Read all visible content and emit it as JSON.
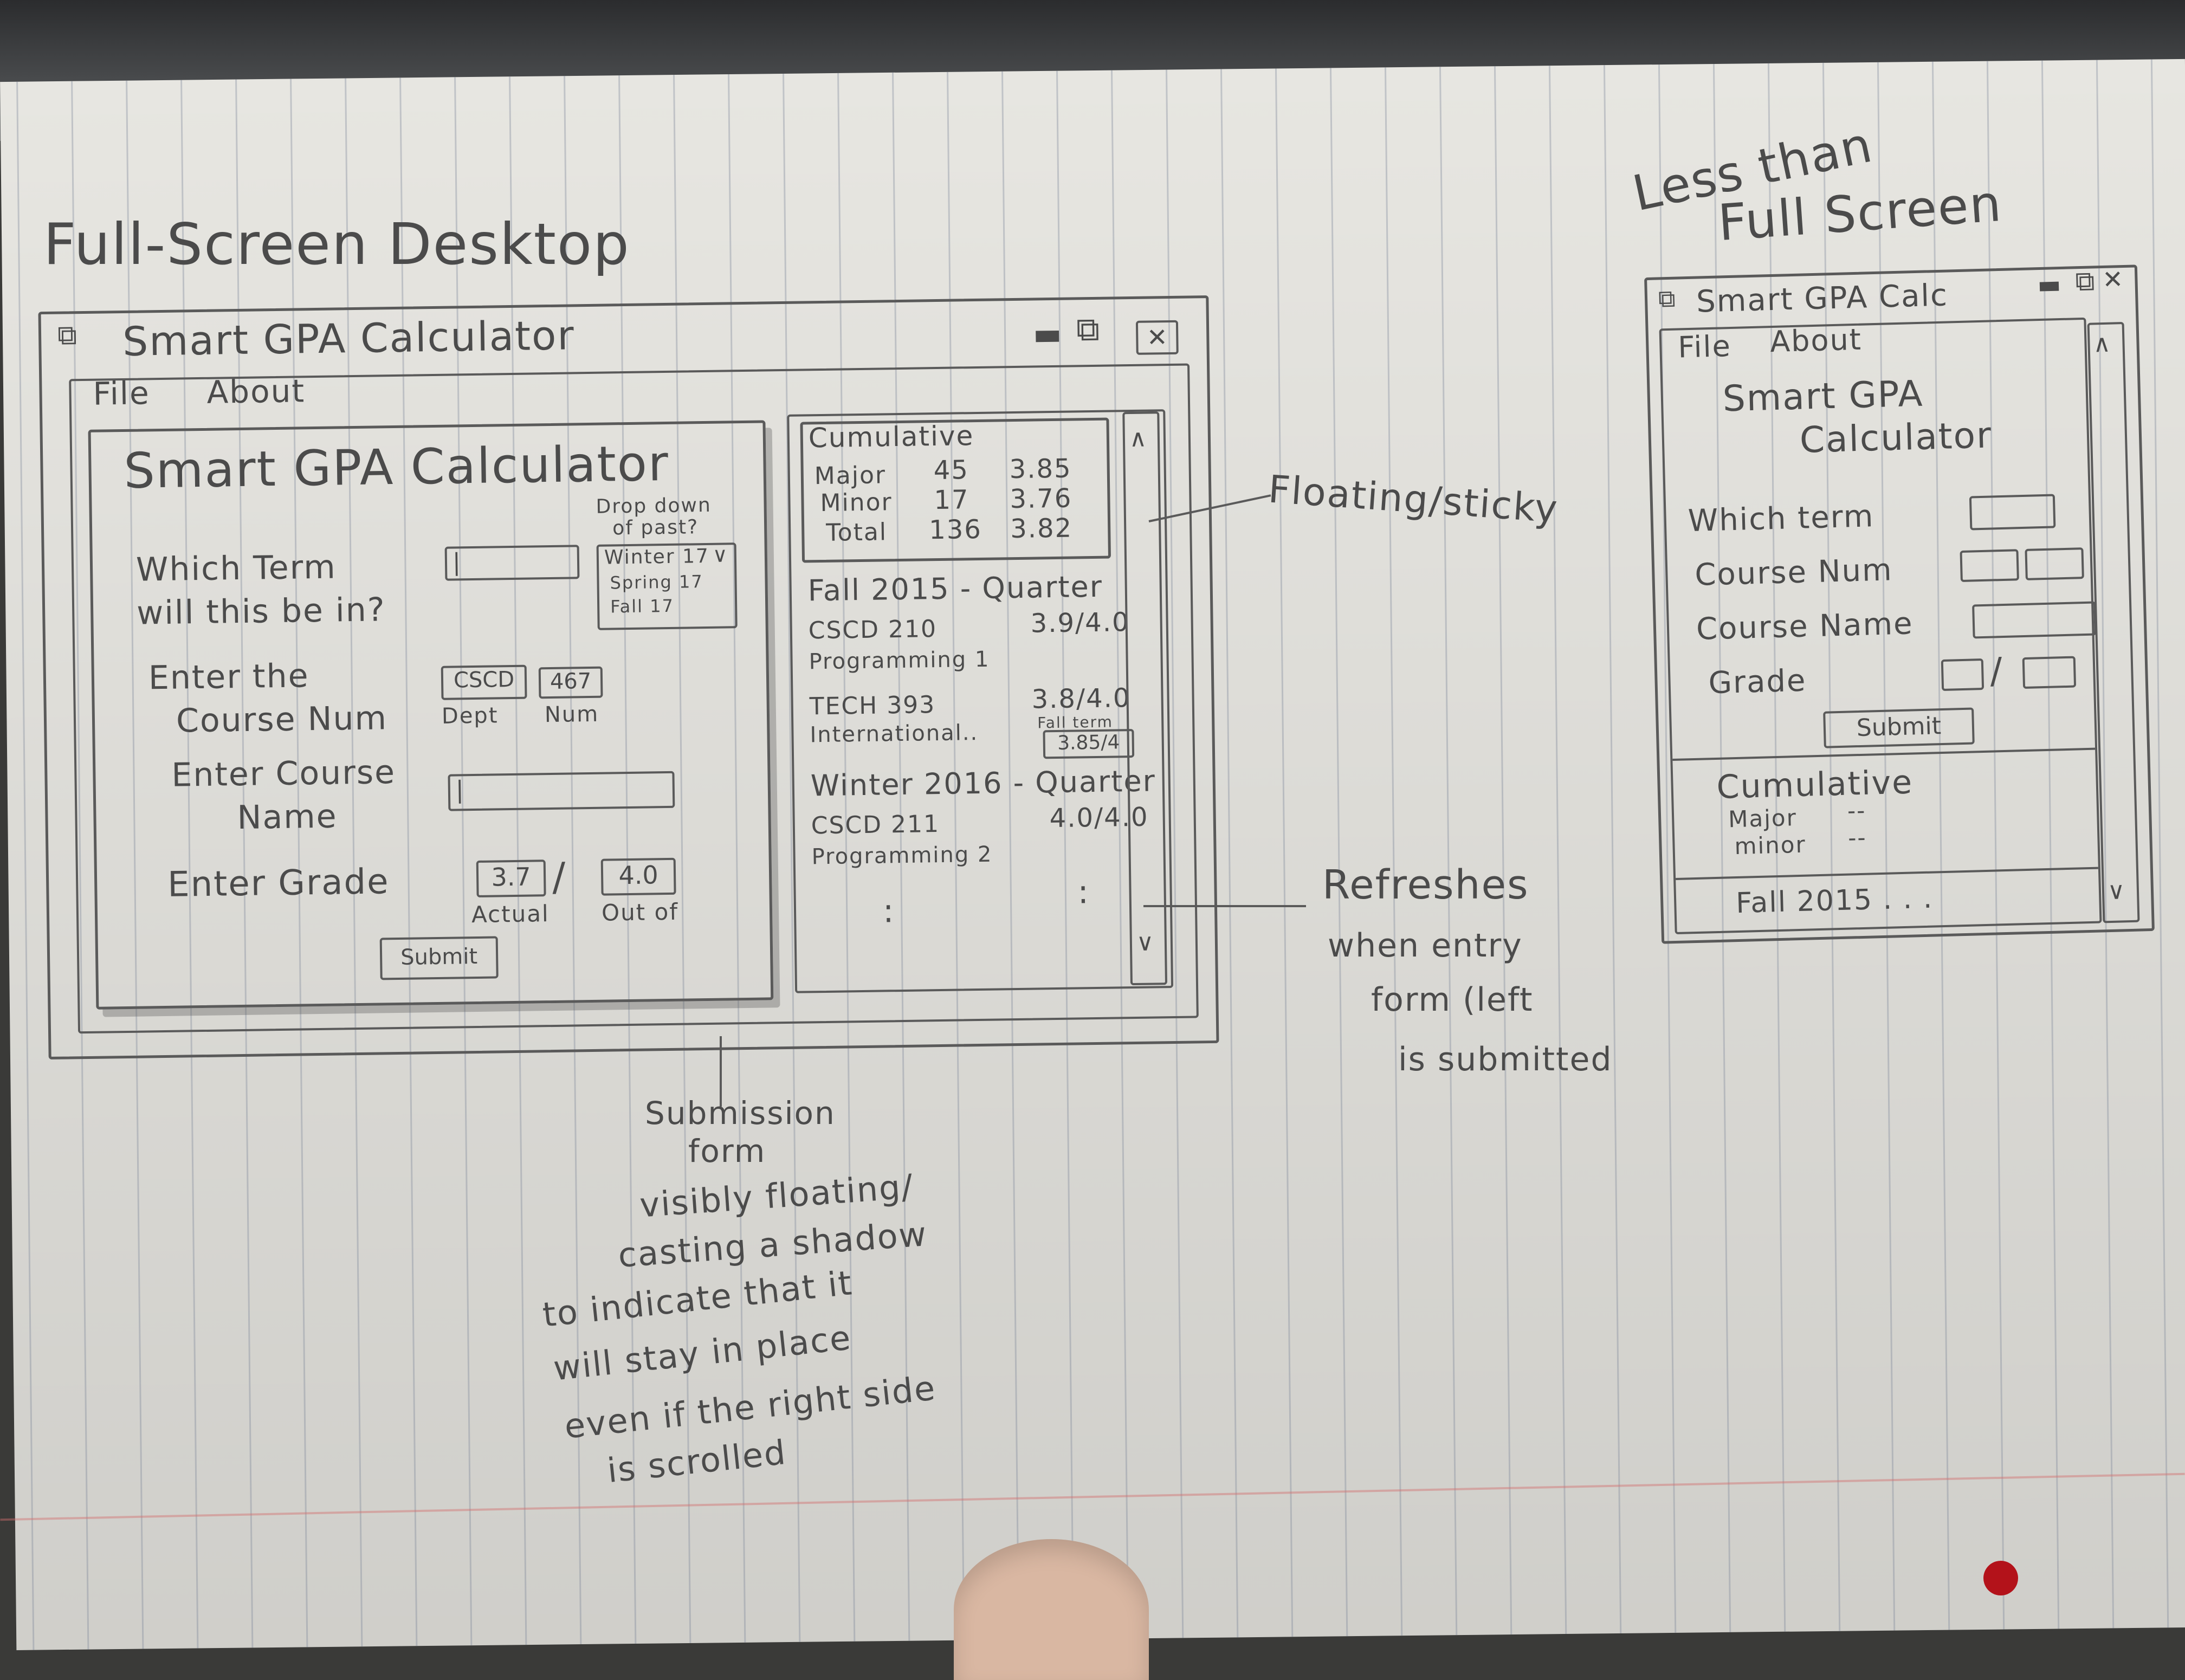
{
  "headings": {
    "full_screen": "Full-Screen Desktop",
    "less_than_line1": "Less than",
    "less_than_line2": "Full Screen"
  },
  "desktop": {
    "title": "Smart GPA Calculator",
    "menu": [
      "File",
      "About"
    ],
    "form": {
      "heading": "Smart GPA Calculator",
      "term_label_1": "Which Term",
      "term_label_2": "will this be in?",
      "term_value": "|",
      "dropdown_note_1": "Drop down",
      "dropdown_note_2": "of past?",
      "dropdown_selected": "Winter 17",
      "dropdown_options": [
        "Spring 17",
        "Fall 17"
      ],
      "course_num_label_1": "Enter the",
      "course_num_label_2": "Course Num",
      "dept_value": "CSCD",
      "dept_caption": "Dept",
      "num_value": "467",
      "num_caption": "Num",
      "course_name_label_1": "Enter Course",
      "course_name_label_2": "Name",
      "course_name_value": "|",
      "grade_label": "Enter Grade",
      "grade_actual": "3.7",
      "grade_actual_caption": "Actual",
      "grade_sep": "/",
      "grade_outof": "4.0",
      "grade_outof_caption": "Out of",
      "submit": "Submit"
    },
    "cumulative": {
      "title": "Cumulative",
      "rows": [
        {
          "label": "Major",
          "credits": "45",
          "gpa": "3.85"
        },
        {
          "label": "Minor",
          "credits": "17",
          "gpa": "3.76"
        },
        {
          "label": "Total",
          "credits": "136",
          "gpa": "3.82"
        }
      ]
    },
    "terms": [
      {
        "heading": "Fall 2015 - Quarter",
        "courses": [
          {
            "code": "CSCD 210",
            "name": "Programming 1",
            "grade": "3.9/4.0"
          },
          {
            "code": "TECH 393",
            "name": "International..",
            "grade": "3.8/4.0"
          }
        ],
        "term_gpa_label": "Fall term",
        "term_gpa": "3.85/4"
      },
      {
        "heading": "Winter 2016 - Quarter",
        "courses": [
          {
            "code": "CSCD 211",
            "name": "Programming 2",
            "grade": "4.0/4.0"
          }
        ]
      }
    ],
    "ellipsis": ":"
  },
  "annotations": {
    "floating": "Floating/sticky",
    "refreshes": [
      "Refreshes",
      "when entry",
      "form (left",
      "is submitted"
    ],
    "submission": [
      "Submission",
      "form",
      "visibly floating/",
      "casting a shadow",
      "to indicate that it",
      "will stay in place",
      "even if the right side",
      "is scrolled"
    ]
  },
  "small": {
    "title": "Smart GPA Calc",
    "menu": [
      "File",
      "About"
    ],
    "heading_1": "Smart GPA",
    "heading_2": "Calculator",
    "labels": [
      "Which term",
      "Course Num",
      "Course Name",
      "Grade"
    ],
    "grade_sep": "/",
    "submit": "Submit",
    "cumulative": "Cumulative",
    "major": "Major",
    "minor": "minor",
    "dashes": "--",
    "fall": "Fall 2015 . . ."
  },
  "colors": {
    "pencil": "#4b4b4b",
    "paper": "#e7e6e1",
    "red_dot": "#b3121a"
  }
}
